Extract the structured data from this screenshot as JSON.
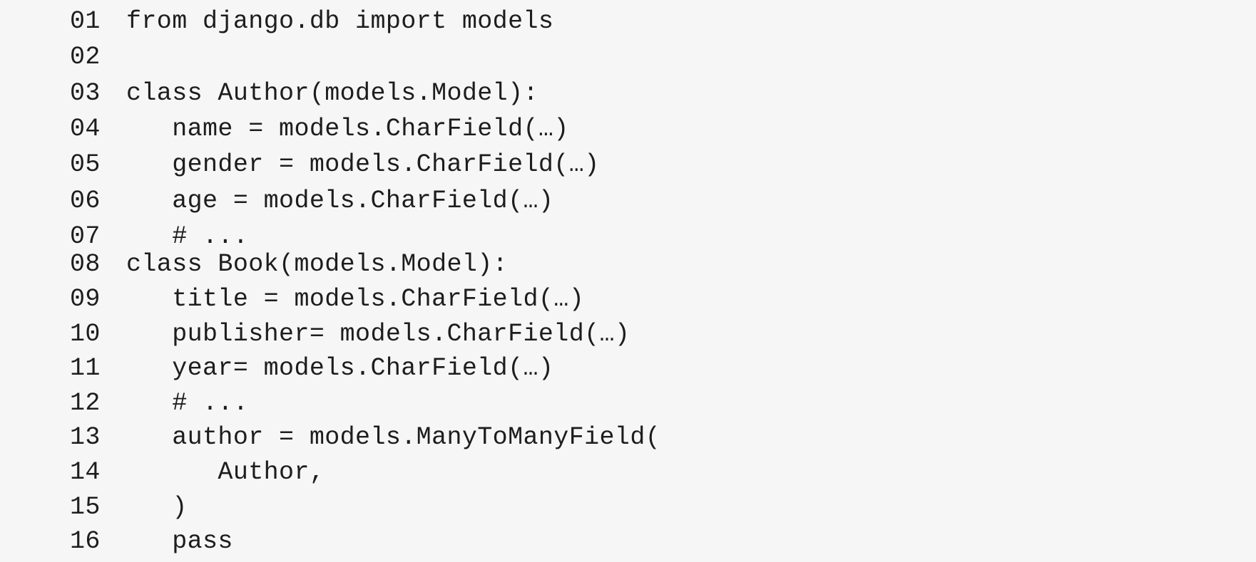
{
  "page": {
    "background_color": "#f6f6f6",
    "text_color": "#1d1d1d"
  },
  "code_listing": {
    "language": "python",
    "lines": [
      {
        "number": "01",
        "code": "from django.db import models"
      },
      {
        "number": "02",
        "code": ""
      },
      {
        "number": "03",
        "code": "class Author(models.Model):"
      },
      {
        "number": "04",
        "code": "   name = models.CharField(…)"
      },
      {
        "number": "05",
        "code": "   gender = models.CharField(…)"
      },
      {
        "number": "06",
        "code": "   age = models.CharField(…)"
      },
      {
        "number": "07",
        "code": "   # ..."
      },
      {
        "number": "08",
        "code": "class Book(models.Model):"
      },
      {
        "number": "09",
        "code": "   title = models.CharField(…)"
      },
      {
        "number": "10",
        "code": "   publisher= models.CharField(…)"
      },
      {
        "number": "11",
        "code": "   year= models.CharField(…)"
      },
      {
        "number": "12",
        "code": "   # ..."
      },
      {
        "number": "13",
        "code": "   author = models.ManyToManyField("
      },
      {
        "number": "14",
        "code": "      Author,"
      },
      {
        "number": "15",
        "code": "   )"
      },
      {
        "number": "16",
        "code": "   pass"
      }
    ]
  }
}
